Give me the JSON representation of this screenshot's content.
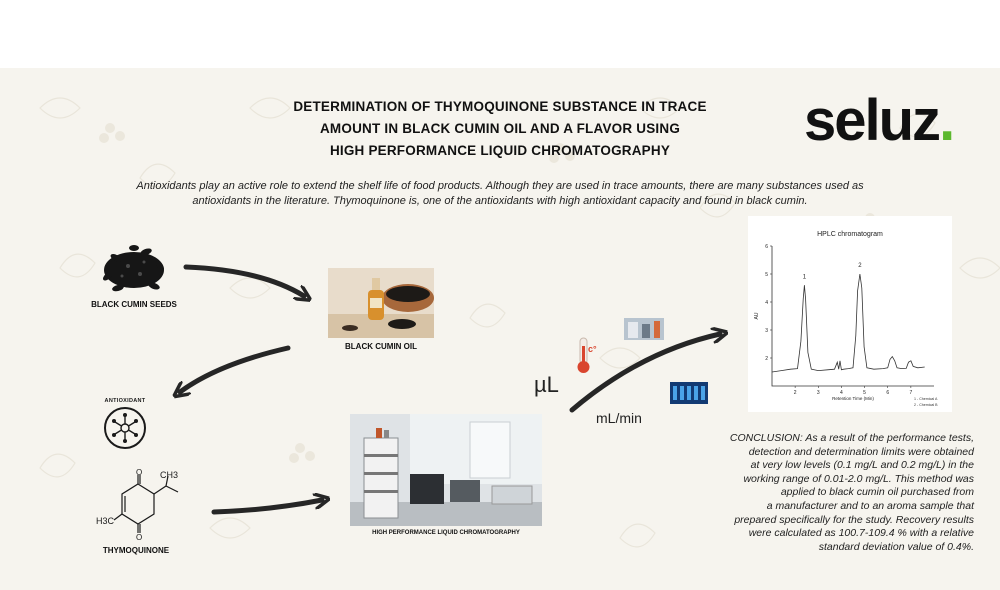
{
  "title_lines": [
    "DETERMINATION OF THYMOQUINONE SUBSTANCE IN TRACE",
    "AMOUNT IN BLACK CUMIN OIL AND A FLAVOR USING",
    "HIGH PERFORMANCE LIQUID CHROMATOGRAPHY"
  ],
  "logo": {
    "text": "seluz",
    "dot": "."
  },
  "intro_text": "Antioxidants play an active role to extend the shelf life of food products. Although they are used in trace amounts, there are many substances used as antioxidants in the literature. Thymoquinone is, one of the antioxidants with high antioxidant capacity and found in black cumin.",
  "labels": {
    "seeds": "BLACK CUMIN SEEDS",
    "oil": "BLACK CUMIN OIL",
    "antioxidant_badge": "ANTIOXIDANT",
    "thymoquinone": "THYMOQUINONE",
    "hplc": "HIGH PERFORMANCE LIQUID CHROMATOGRAPHY",
    "microliter": "µL",
    "flow_rate": "mL/min",
    "celsius": "c°"
  },
  "molecule": {
    "ch3_top": "CH3",
    "h3c": "H3C",
    "o_top": "O",
    "o_bottom": "O"
  },
  "chart_data": {
    "type": "line",
    "title": "HPLC chromatogram",
    "xlabel": "Retention Time (Min)",
    "ylabel": "AU",
    "xlim": [
      1,
      8
    ],
    "ylim": [
      1,
      6
    ],
    "x_ticks": [
      2,
      3,
      4,
      5,
      6,
      7
    ],
    "y_ticks": [
      2,
      3,
      4,
      5,
      6
    ],
    "peak_labels": [
      {
        "label": "1",
        "x": 2.4,
        "y": 4.7
      },
      {
        "label": "2",
        "x": 4.8,
        "y": 5.1
      }
    ],
    "legend": [
      "1 - Chemical A",
      "2 - Chemical B"
    ],
    "series": [
      {
        "x": [
          1.0,
          1.4,
          1.8,
          2.1,
          2.25,
          2.35,
          2.4,
          2.45,
          2.55,
          2.7,
          3.0,
          3.4,
          3.7,
          3.82,
          3.88,
          3.94,
          4.0,
          4.1,
          4.3,
          4.5,
          4.62,
          4.7,
          4.8,
          4.88,
          4.98,
          5.1,
          5.4,
          5.8,
          6.0,
          6.1,
          6.2,
          6.3,
          6.4,
          6.6,
          6.8,
          6.9,
          7.0,
          7.1,
          7.3,
          7.6
        ],
        "y": [
          1.5,
          1.55,
          1.6,
          1.62,
          2.6,
          4.1,
          4.6,
          4.1,
          2.2,
          1.6,
          1.55,
          1.58,
          1.6,
          1.85,
          1.6,
          1.9,
          1.58,
          1.6,
          1.62,
          1.65,
          2.8,
          4.4,
          5.0,
          4.5,
          2.4,
          1.65,
          1.6,
          1.62,
          1.65,
          1.95,
          2.05,
          1.9,
          1.65,
          1.62,
          1.63,
          1.85,
          1.9,
          1.7,
          1.65,
          1.68
        ]
      }
    ]
  },
  "conclusion_lines": [
    "CONCLUSION: As a result of the performance tests,",
    "detection and determination limits were obtained",
    "at very low levels (0.1 mg/L and 0.2 mg/L) in the",
    "working range of 0.01-2.0 mg/L. This method was",
    "applied to black cumin oil purchased from",
    "a manufacturer and to an aroma sample that",
    "prepared specifically for the study. Recovery results",
    "were calculated as 100.7-109.4 % with a relative",
    "standard deviation value of 0.4%."
  ]
}
